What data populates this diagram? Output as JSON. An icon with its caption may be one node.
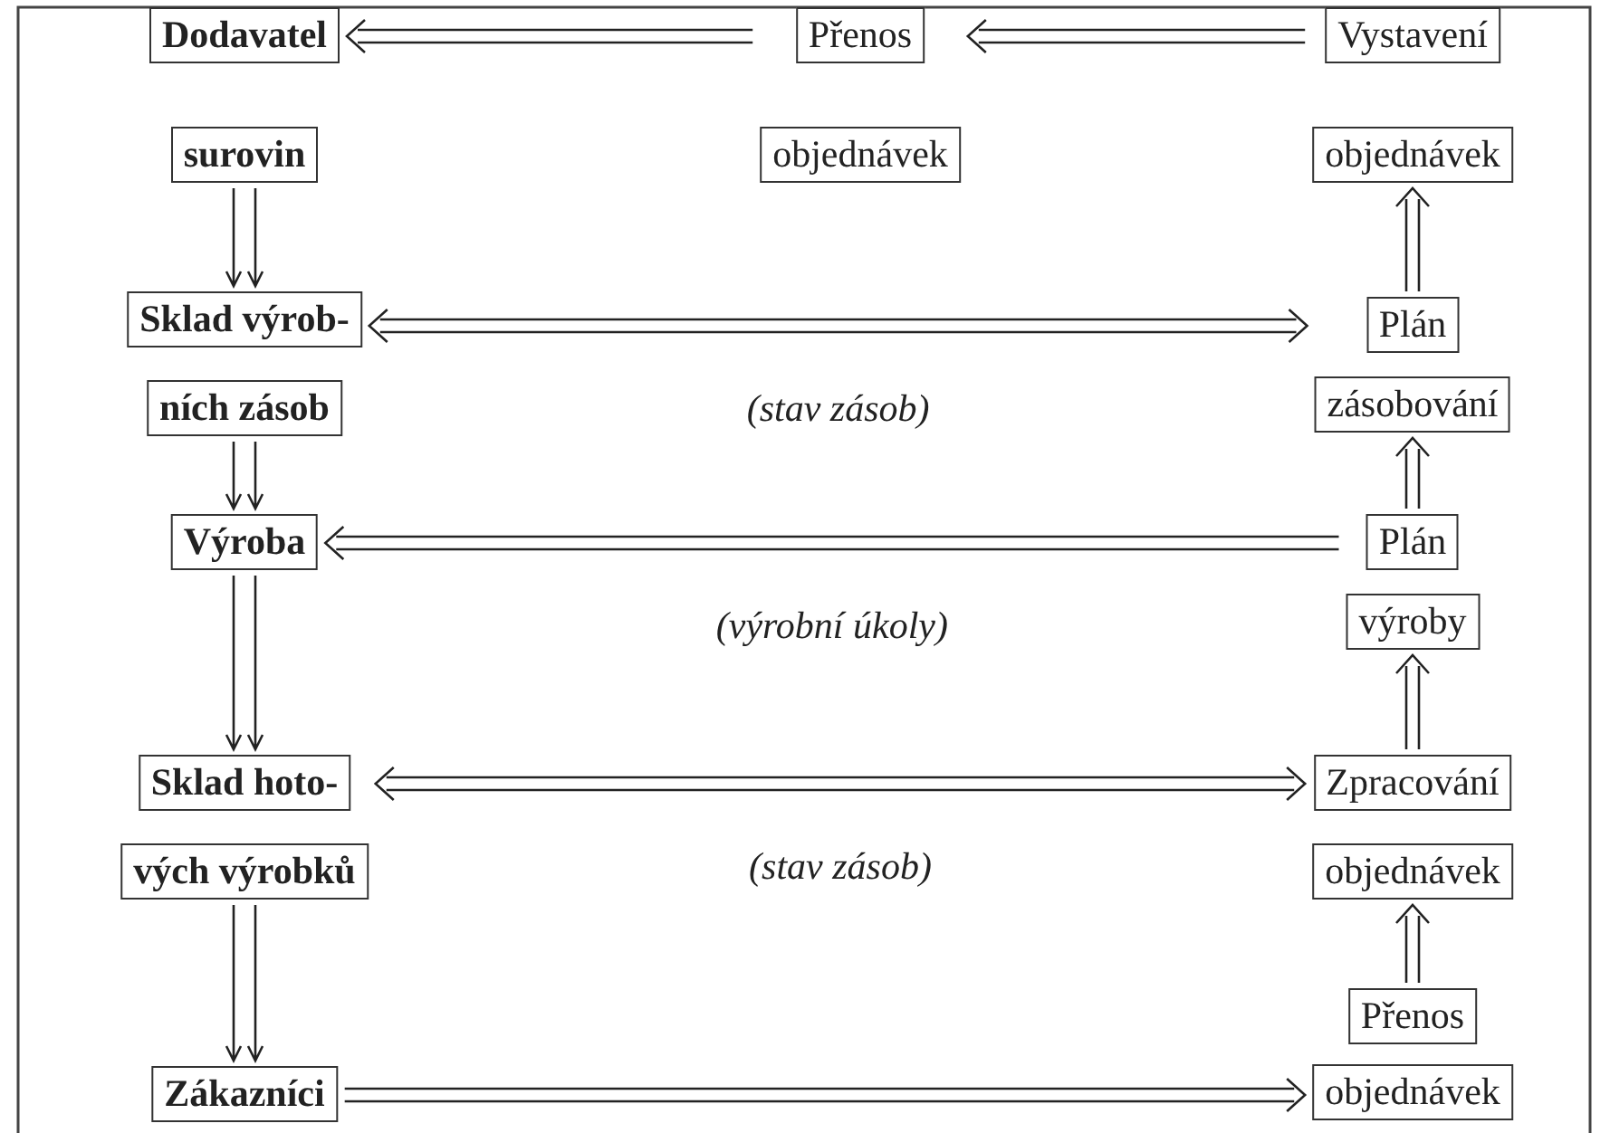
{
  "diagram": {
    "nodes": [
      {
        "text": [
          "Dodavatel",
          "surovin"
        ]
      },
      {
        "text": [
          "Přenos",
          "objednávek"
        ]
      },
      {
        "text": [
          "Vystavení",
          "objednávek"
        ]
      },
      {
        "text": [
          "Sklad výrob-",
          "ních zásob"
        ]
      },
      {
        "text": [
          "Plán",
          "zásobování"
        ]
      },
      {
        "text": [
          "Výroba"
        ]
      },
      {
        "text": [
          "Plán",
          "výroby"
        ]
      },
      {
        "text": [
          "Sklad hoto-",
          "vých výrobků"
        ]
      },
      {
        "text": [
          "Zpracování",
          "objednávek"
        ]
      },
      {
        "text": [
          "Zákazníci"
        ]
      },
      {
        "text": [
          "Přenos",
          "objednávek"
        ]
      }
    ],
    "edges": [
      {
        "from": 2,
        "to": 1,
        "arrow": "to"
      },
      {
        "from": 1,
        "to": 0,
        "arrow": "to"
      },
      {
        "from": 0,
        "to": 3,
        "arrow": "to"
      },
      {
        "from": 3,
        "to": 5,
        "arrow": "to"
      },
      {
        "from": 5,
        "to": 7,
        "arrow": "to"
      },
      {
        "from": 7,
        "to": 9,
        "arrow": "to"
      },
      {
        "from": 4,
        "to": 2,
        "arrow": "to"
      },
      {
        "from": 6,
        "to": 4,
        "arrow": "to"
      },
      {
        "from": 8,
        "to": 6,
        "arrow": "to"
      },
      {
        "from": 10,
        "to": 8,
        "arrow": "to"
      },
      {
        "from": 3,
        "to": 4,
        "arrow": "both",
        "label": "(stav zásob)"
      },
      {
        "from": 6,
        "to": 5,
        "arrow": "to",
        "label": "(výrobní úkoly)"
      },
      {
        "from": 7,
        "to": 8,
        "arrow": "both",
        "label": "(stav zásob)"
      },
      {
        "from": 9,
        "to": 10,
        "arrow": "to"
      }
    ]
  }
}
